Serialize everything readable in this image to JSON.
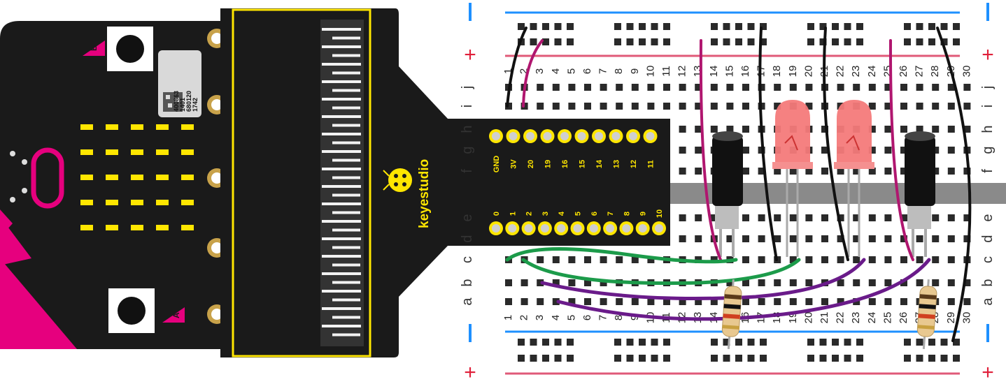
{
  "microbit": {
    "label_a": "A",
    "label_b": "B",
    "qr_lines": [
      "400863",
      "1401",
      "680120",
      "1742"
    ],
    "accent_color": "#e6007e"
  },
  "adapter": {
    "brand": "keyestudio",
    "top_pins": [
      "GND",
      "3V",
      "20",
      "19",
      "16",
      "15",
      "14",
      "13",
      "12",
      "11"
    ],
    "bottom_pins": [
      "0",
      "1",
      "2",
      "3",
      "4",
      "5",
      "6",
      "7",
      "8",
      "9",
      "10"
    ],
    "label_color": "#ffe600"
  },
  "breadboard": {
    "columns_top": [
      "1",
      "2",
      "3",
      "4",
      "5",
      "6",
      "7",
      "8",
      "9",
      "10",
      "11",
      "12",
      "13",
      "14",
      "15",
      "16",
      "17",
      "18",
      "19",
      "20",
      "21",
      "22",
      "23",
      "24",
      "25",
      "26",
      "27",
      "28",
      "29",
      "30"
    ],
    "columns_bottom": [
      "1",
      "2",
      "3",
      "4",
      "5",
      "6",
      "7",
      "8",
      "9",
      "10",
      "11",
      "12",
      "13",
      "14",
      "15",
      "16",
      "17",
      "18",
      "19",
      "20",
      "21",
      "22",
      "23",
      "24",
      "25",
      "26",
      "27",
      "28",
      "29",
      "30"
    ],
    "rows_top": [
      "j",
      "i",
      "h",
      "g",
      "f"
    ],
    "rows_bottom": [
      "e",
      "d",
      "c",
      "b",
      "a"
    ],
    "rails": {
      "plus": "+",
      "minus": "−"
    },
    "rail_colors": {
      "positive": "#e05a78",
      "negative": "#1e90ff"
    }
  },
  "components": [
    {
      "type": "sensor",
      "color": "#111111"
    },
    {
      "type": "led",
      "color": "#f47a7a"
    },
    {
      "type": "led",
      "color": "#f47a7a"
    },
    {
      "type": "sensor",
      "color": "#111111"
    },
    {
      "type": "resistor",
      "color": "#e8c890"
    },
    {
      "type": "resistor",
      "color": "#e8c890"
    }
  ],
  "wire_colors": {
    "black": "#111111",
    "magenta": "#b0166f",
    "green": "#1c9b4a",
    "purple": "#6a1b8a"
  }
}
